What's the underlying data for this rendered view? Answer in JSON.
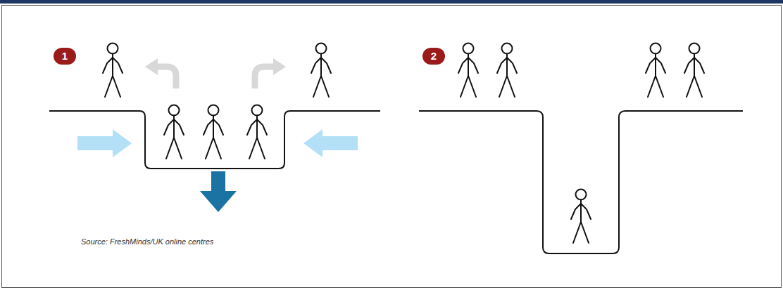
{
  "diagram": {
    "labels": [
      "1",
      "2",
      "Source: FreshMinds/UK online centres"
    ]
  }
}
